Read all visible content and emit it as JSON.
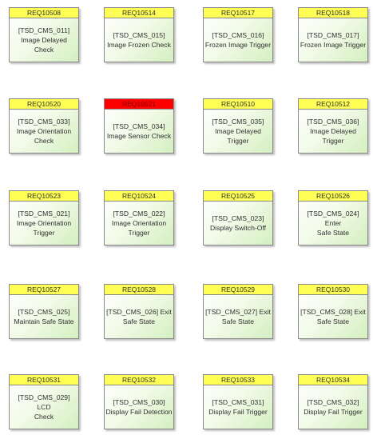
{
  "requirements": [
    {
      "id": "REQ10508",
      "name": "[TSD_CMS_011]\nImage Delayed Check",
      "status_color": "#ffff55"
    },
    {
      "id": "REQ10514",
      "name": "[TSD_CMS_015]\nImage Frozen Check",
      "status_color": "#ffff55"
    },
    {
      "id": "REQ10517",
      "name": "[TSD_CMS_016]\nFrozen Image Trigger",
      "status_color": "#ffff55"
    },
    {
      "id": "REQ10518",
      "name": "[TSD_CMS_017]\nFrozen Image Trigger",
      "status_color": "#ffff55"
    },
    {
      "id": "REQ10520",
      "name": "[TSD_CMS_033]\nImage Orientation\nCheck",
      "status_color": "#ffff55"
    },
    {
      "id": "REQ10521",
      "name": "[TSD_CMS_034]\nImage Sensor Check",
      "status_color": "#ff0000"
    },
    {
      "id": "REQ10510",
      "name": "[TSD_CMS_035]\nImage Delayed Trigger",
      "status_color": "#ffff55"
    },
    {
      "id": "REQ10512",
      "name": "[TSD_CMS_036]\nImage Delayed Trigger",
      "status_color": "#ffff55"
    },
    {
      "id": "REQ10523",
      "name": "[TSD_CMS_021]\nImage Orientation\nTrigger",
      "status_color": "#ffff55"
    },
    {
      "id": "REQ10524",
      "name": "[TSD_CMS_022]\nImage Orientation\nTrigger",
      "status_color": "#ffff55"
    },
    {
      "id": "REQ10525",
      "name": "[TSD_CMS_023]\nDisplay Switch-Off",
      "status_color": "#ffff55"
    },
    {
      "id": "REQ10526",
      "name": "[TSD_CMS_024] Enter\nSafe State",
      "status_color": "#ffff55"
    },
    {
      "id": "REQ10527",
      "name": "[TSD_CMS_025]\nMaintain Safe State",
      "status_color": "#ffff55"
    },
    {
      "id": "REQ10528",
      "name": "[TSD_CMS_026] Exit\nSafe State",
      "status_color": "#ffff55"
    },
    {
      "id": "REQ10529",
      "name": "[TSD_CMS_027] Exit\nSafe State",
      "status_color": "#ffff55"
    },
    {
      "id": "REQ10530",
      "name": "[TSD_CMS_028] Exit\nSafe State",
      "status_color": "#ffff55"
    },
    {
      "id": "REQ10531",
      "name": "[TSD_CMS_029] LCD\nCheck",
      "status_color": "#ffff55"
    },
    {
      "id": "REQ10532",
      "name": "[TSD_CMS_030]\nDisplay Fail Detection",
      "status_color": "#ffff55"
    },
    {
      "id": "REQ10533",
      "name": "[TSD_CMS_031]\nDisplay Fail Trigger",
      "status_color": "#ffff55"
    },
    {
      "id": "REQ10534",
      "name": "[TSD_CMS_032]\nDisplay Fail Trigger",
      "status_color": "#ffff55"
    }
  ]
}
